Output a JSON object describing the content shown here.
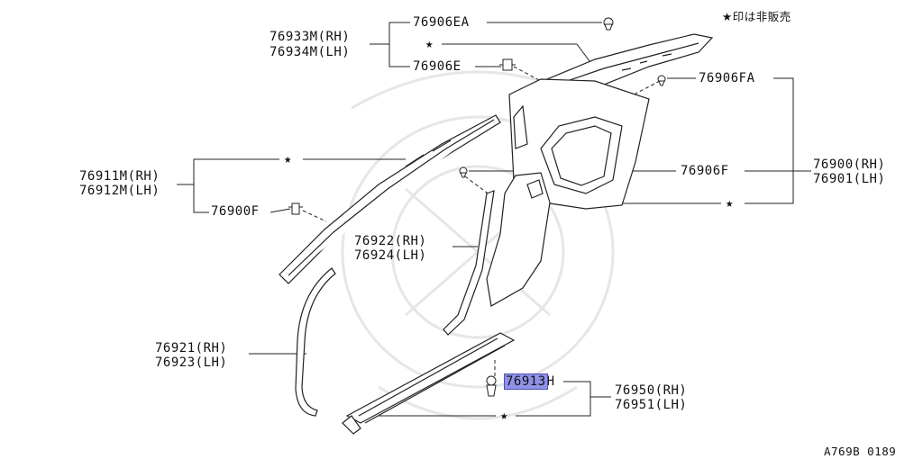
{
  "legend": {
    "star_note": "★印は非販売"
  },
  "footer": {
    "code": "A769B 0189"
  },
  "labels": {
    "p76906EA": "76906EA",
    "p76933M": "76933M(RH)",
    "p76934M": "76934M(LH)",
    "p76906E": "76906E",
    "p76906FA": "76906FA",
    "p76911M": "76911M(RH)",
    "p76912M": "76912M(LH)",
    "p76900F": "76900F",
    "p76906F": "76906F",
    "p76900": "76900(RH)",
    "p76901": "76901(LH)",
    "p76922": "76922(RH)",
    "p76924": "76924(LH)",
    "p76921": "76921(RH)",
    "p76923": "76923(LH)",
    "p76913H_a": "76913",
    "p76913H_b": "H",
    "p76950": "76950(RH)",
    "p76951": "76951(LH)"
  },
  "stars": {
    "symbol": "★"
  },
  "colors": {
    "line": "#222222",
    "highlight": "#8f92e6",
    "watermark": "#e9e9e9"
  }
}
